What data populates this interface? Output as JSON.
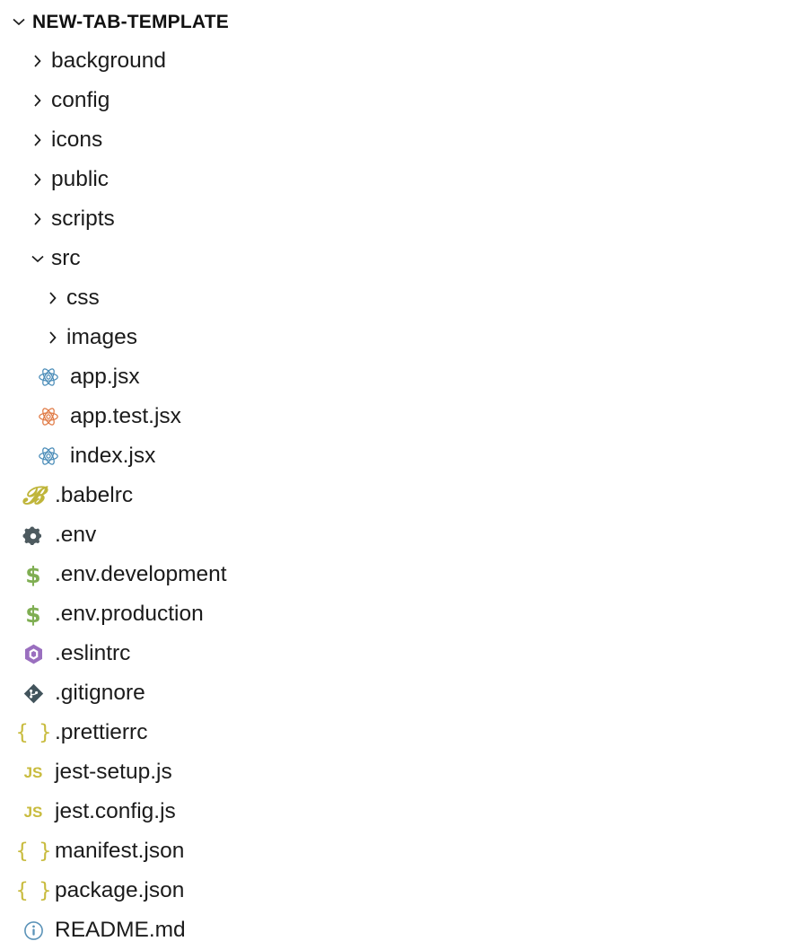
{
  "explorer": {
    "root": {
      "label": "NEW-TAB-TEMPLATE",
      "expanded": true,
      "twisty_icon": "chevron-down-icon"
    },
    "items": [
      {
        "label": "background",
        "type": "folder",
        "depth": 1,
        "expanded": false,
        "icon": "chevron-right-icon"
      },
      {
        "label": "config",
        "type": "folder",
        "depth": 1,
        "expanded": false,
        "icon": "chevron-right-icon"
      },
      {
        "label": "icons",
        "type": "folder",
        "depth": 1,
        "expanded": false,
        "icon": "chevron-right-icon"
      },
      {
        "label": "public",
        "type": "folder",
        "depth": 1,
        "expanded": false,
        "icon": "chevron-right-icon"
      },
      {
        "label": "scripts",
        "type": "folder",
        "depth": 1,
        "expanded": false,
        "icon": "chevron-right-icon"
      },
      {
        "label": "src",
        "type": "folder",
        "depth": 1,
        "expanded": true,
        "icon": "chevron-down-icon"
      },
      {
        "label": "css",
        "type": "folder",
        "depth": 2,
        "expanded": false,
        "icon": "chevron-right-icon"
      },
      {
        "label": "images",
        "type": "folder",
        "depth": 2,
        "expanded": false,
        "icon": "chevron-right-icon"
      },
      {
        "label": "app.jsx",
        "type": "file",
        "depth": 2,
        "icon": "react-icon",
        "color": "#4a8cb8"
      },
      {
        "label": "app.test.jsx",
        "type": "file",
        "depth": 2,
        "icon": "react-test-icon",
        "color": "#e07a45"
      },
      {
        "label": "index.jsx",
        "type": "file",
        "depth": 2,
        "icon": "react-icon",
        "color": "#4a8cb8"
      },
      {
        "label": ".babelrc",
        "type": "file",
        "depth": 1,
        "icon": "babel-icon",
        "color": "#bfb53a"
      },
      {
        "label": ".env",
        "type": "file",
        "depth": 1,
        "icon": "gear-icon",
        "color": "#4d5a5f"
      },
      {
        "label": ".env.development",
        "type": "file",
        "depth": 1,
        "icon": "dollar-icon",
        "color": "#7fae52"
      },
      {
        "label": ".env.production",
        "type": "file",
        "depth": 1,
        "icon": "dollar-icon",
        "color": "#7fae52"
      },
      {
        "label": ".eslintrc",
        "type": "file",
        "depth": 1,
        "icon": "eslint-icon",
        "color": "#9a6fbf"
      },
      {
        "label": ".gitignore",
        "type": "file",
        "depth": 1,
        "icon": "git-icon",
        "color": "#42545c"
      },
      {
        "label": ".prettierrc",
        "type": "file",
        "depth": 1,
        "icon": "braces-icon",
        "color": "#c8bb3d"
      },
      {
        "label": "jest-setup.js",
        "type": "file",
        "depth": 1,
        "icon": "js-icon",
        "color": "#c8bb3d"
      },
      {
        "label": "jest.config.js",
        "type": "file",
        "depth": 1,
        "icon": "js-icon",
        "color": "#c8bb3d"
      },
      {
        "label": "manifest.json",
        "type": "file",
        "depth": 1,
        "icon": "braces-icon",
        "color": "#c8bb3d"
      },
      {
        "label": "package.json",
        "type": "file",
        "depth": 1,
        "icon": "braces-icon",
        "color": "#c8bb3d"
      },
      {
        "label": "README.md",
        "type": "file",
        "depth": 1,
        "icon": "info-icon",
        "color": "#5b93b8"
      }
    ]
  },
  "colors": {
    "background": "#ffffff",
    "text": "#1b1b1b",
    "react_blue": "#4a8cb8",
    "react_orange": "#e07a45",
    "babel_yellow": "#bfb53a",
    "json_yellow": "#c8bb3d",
    "env_green": "#7fae52",
    "eslint_purple": "#9a6fbf",
    "git_slate": "#42545c",
    "readme_blue": "#5b93b8"
  }
}
